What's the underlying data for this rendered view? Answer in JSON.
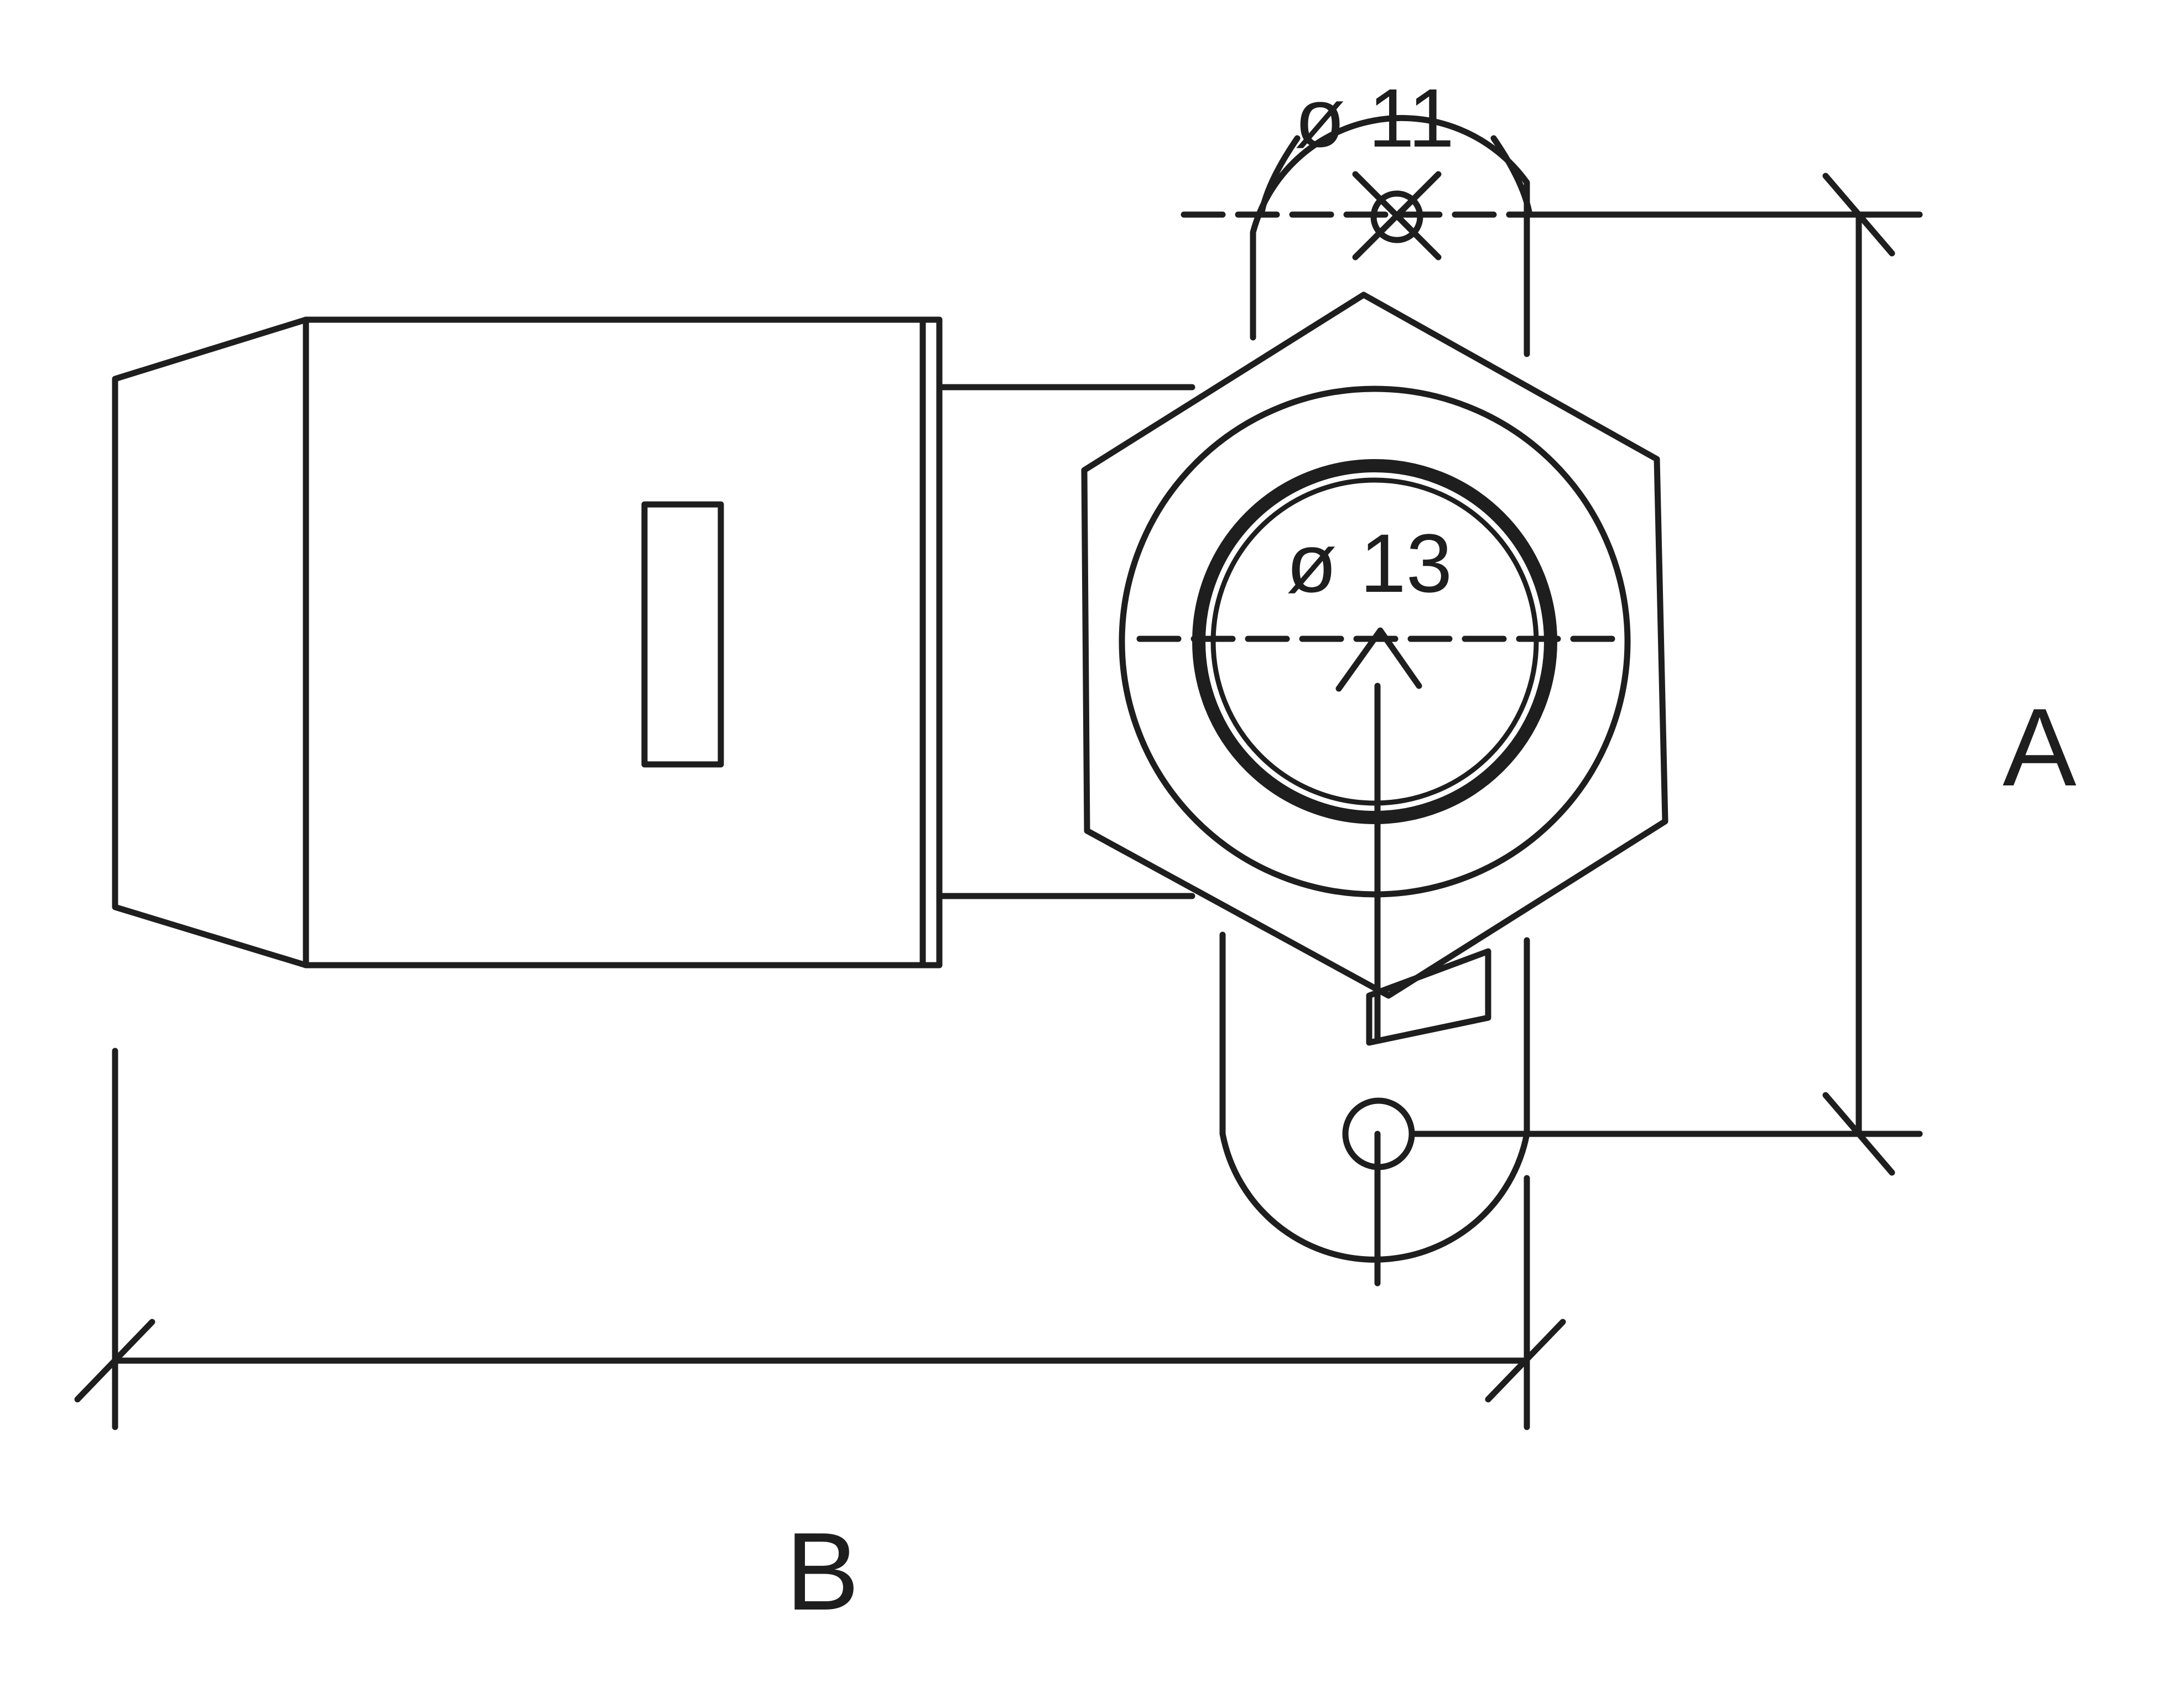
{
  "diagram": {
    "labels": {
      "dim_a": "A",
      "dim_b": "B",
      "hole_small": "ø 11",
      "hole_large": "ø 13"
    },
    "colors": {
      "line": "#1e1e1e",
      "background": "#ffffff"
    }
  }
}
